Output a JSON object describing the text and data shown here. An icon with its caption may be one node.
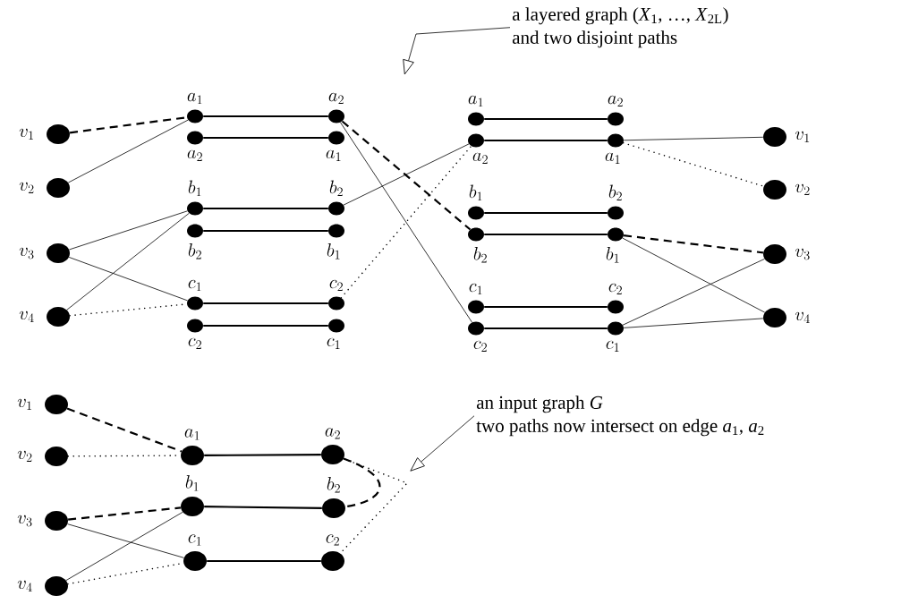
{
  "diagram": {
    "nodes": [
      {
        "text": [
          "v_1"
        ]
      },
      {
        "text": [
          "v_2"
        ]
      },
      {
        "text": [
          "v_3"
        ]
      },
      {
        "text": [
          "v_4"
        ]
      },
      {
        "text": [
          "a_1"
        ]
      },
      {
        "text": [
          "a_2"
        ]
      },
      {
        "text": [
          "a_2"
        ]
      },
      {
        "text": [
          "a_1"
        ]
      },
      {
        "text": [
          "b_1"
        ]
      },
      {
        "text": [
          "b_2"
        ]
      },
      {
        "text": [
          "b_2"
        ]
      },
      {
        "text": [
          "b_1"
        ]
      },
      {
        "text": [
          "c_1"
        ]
      },
      {
        "text": [
          "c_2"
        ]
      },
      {
        "text": [
          "c_2"
        ]
      },
      {
        "text": [
          "c_1"
        ]
      },
      {
        "text": [
          "a_1"
        ]
      },
      {
        "text": [
          "a_2"
        ]
      },
      {
        "text": [
          "a_2"
        ]
      },
      {
        "text": [
          "a_1"
        ]
      },
      {
        "text": [
          "b_1"
        ]
      },
      {
        "text": [
          "b_2"
        ]
      },
      {
        "text": [
          "b_2"
        ]
      },
      {
        "text": [
          "b_1"
        ]
      },
      {
        "text": [
          "c_1"
        ]
      },
      {
        "text": [
          "c_2"
        ]
      },
      {
        "text": [
          "c_2"
        ]
      },
      {
        "text": [
          "c_1"
        ]
      },
      {
        "text": [
          "v_1"
        ]
      },
      {
        "text": [
          "v_2"
        ]
      },
      {
        "text": [
          "v_3"
        ]
      },
      {
        "text": [
          "v_4"
        ]
      },
      {
        "text": [
          "v_1"
        ]
      },
      {
        "text": [
          "v_2"
        ]
      },
      {
        "text": [
          "v_3"
        ]
      },
      {
        "text": [
          "v_4"
        ]
      },
      {
        "text": [
          "a_1"
        ]
      },
      {
        "text": [
          "a_2"
        ]
      },
      {
        "text": [
          "b_1"
        ]
      },
      {
        "text": [
          "b_2"
        ]
      },
      {
        "text": [
          "c_1"
        ]
      },
      {
        "text": [
          "c_2"
        ]
      },
      {
        "text": [
          "a layered graph (*X*$_{1}$, …, *X*$_{2L}$)",
          "and two disjoint paths"
        ]
      },
      {
        "text": [
          "an input graph *G*",
          "two paths now intersect on edge *a*$_{1}$, *a*$_{2}$"
        ]
      }
    ],
    "edges": [
      {
        "from": 4,
        "to": 5,
        "arrow": "none"
      },
      {
        "from": 6,
        "to": 7,
        "arrow": "none"
      },
      {
        "from": 8,
        "to": 9,
        "arrow": "none"
      },
      {
        "from": 10,
        "to": 11,
        "arrow": "none"
      },
      {
        "from": 12,
        "to": 13,
        "arrow": "none"
      },
      {
        "from": 14,
        "to": 15,
        "arrow": "none"
      },
      {
        "from": 16,
        "to": 17,
        "arrow": "none"
      },
      {
        "from": 18,
        "to": 19,
        "arrow": "none"
      },
      {
        "from": 20,
        "to": 21,
        "arrow": "none"
      },
      {
        "from": 22,
        "to": 23,
        "arrow": "none"
      },
      {
        "from": 24,
        "to": 25,
        "arrow": "none"
      },
      {
        "from": 26,
        "to": 27,
        "arrow": "none"
      },
      {
        "from": 36,
        "to": 37,
        "arrow": "none"
      },
      {
        "from": 38,
        "to": 39,
        "arrow": "none"
      },
      {
        "from": 40,
        "to": 41,
        "arrow": "none"
      },
      {
        "from": 0,
        "to": 4,
        "arrow": "none",
        "style": "dashed"
      },
      {
        "from": 1,
        "to": 4,
        "arrow": "none"
      },
      {
        "from": 2,
        "to": 8,
        "arrow": "none"
      },
      {
        "from": 2,
        "to": 12,
        "arrow": "none"
      },
      {
        "from": 3,
        "to": 8,
        "arrow": "none"
      },
      {
        "from": 3,
        "to": 12,
        "arrow": "none",
        "style": "dashed"
      },
      {
        "from": 5,
        "to": 22,
        "arrow": "none",
        "style": "dashed"
      },
      {
        "from": 5,
        "to": 26,
        "arrow": "none"
      },
      {
        "from": 9,
        "to": 18,
        "arrow": "none"
      },
      {
        "from": 13,
        "to": 18,
        "arrow": "none",
        "style": "dashed"
      },
      {
        "from": 19,
        "to": 28,
        "arrow": "none"
      },
      {
        "from": 19,
        "to": 29,
        "arrow": "none",
        "style": "dashed"
      },
      {
        "from": 23,
        "to": 30,
        "arrow": "none",
        "style": "dashed"
      },
      {
        "from": 23,
        "to": 31,
        "arrow": "none"
      },
      {
        "from": 27,
        "to": 30,
        "arrow": "none"
      },
      {
        "from": 27,
        "to": 31,
        "arrow": "none"
      },
      {
        "from": 32,
        "to": 36,
        "arrow": "none",
        "style": "dashed"
      },
      {
        "from": 33,
        "to": 36,
        "arrow": "none",
        "style": "dashed"
      },
      {
        "from": 34,
        "to": 38,
        "arrow": "none",
        "style": "dashed"
      },
      {
        "from": 34,
        "to": 40,
        "arrow": "none"
      },
      {
        "from": 35,
        "to": 38,
        "arrow": "none"
      },
      {
        "from": 35,
        "to": 40,
        "arrow": "none",
        "style": "dashed"
      },
      {
        "from": 37,
        "to": 39,
        "arrow": "none",
        "style": "dashed"
      },
      {
        "from": 37,
        "to": 41,
        "arrow": "none",
        "style": "dashed"
      },
      {
        "from": 42,
        "to": null,
        "arrow": "to"
      },
      {
        "from": 43,
        "to": null,
        "arrow": "to"
      }
    ]
  }
}
